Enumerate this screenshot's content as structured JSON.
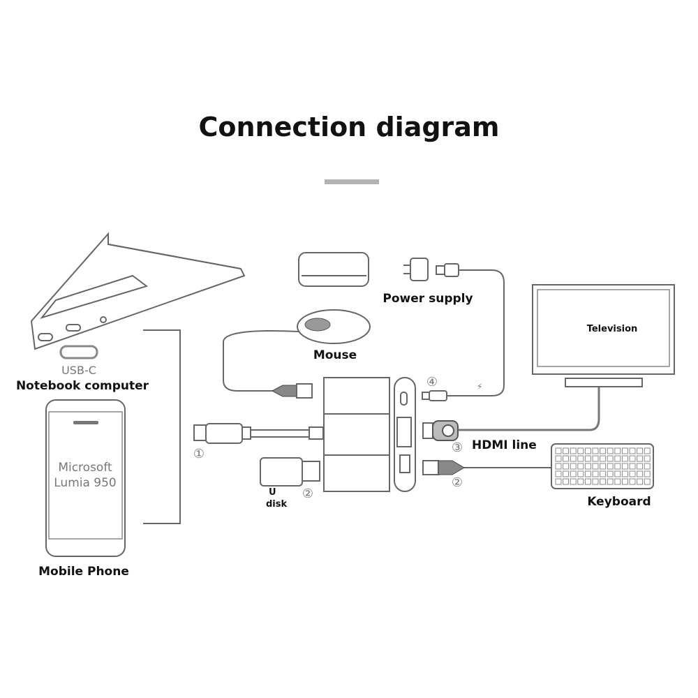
{
  "title": "Connection diagram",
  "devices": {
    "usb_c": "USB-C",
    "notebook": "Notebook computer",
    "phone_screen_line1": "Microsoft",
    "phone_screen_line2": "Lumia 950",
    "phone": "Mobile Phone",
    "mouse": "Mouse",
    "power_supply": "Power supply",
    "television": "Television",
    "hdmi_line": "HDMI line",
    "keyboard": "Keyboard",
    "u_disk_line1": "U",
    "u_disk_line2": "disk"
  },
  "markers": {
    "one": "①",
    "two_udisk": "②",
    "two_keyboard": "②",
    "three": "③",
    "four": "④"
  },
  "colors": {
    "line": "#666666",
    "accent_bar": "#b3b3b3",
    "text": "#111111"
  }
}
